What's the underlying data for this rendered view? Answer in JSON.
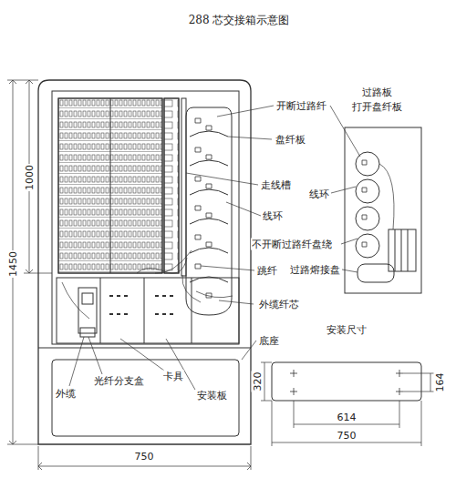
{
  "diagram": {
    "title": "288 芯交接箱示意图",
    "labels": [
      "开断过路纤",
      "盘纤板",
      "走线槽",
      "线环",
      "跳纤",
      "外缆纤芯",
      "底座",
      "过路板",
      "打开盘纤板",
      "线环",
      "不开断过路纤盘绕",
      "过路熔接盘",
      "安装尺寸",
      "外缆",
      "光纤分支盒",
      "卡具",
      "安装板",
      "1450",
      "1000",
      "750",
      "320",
      "164",
      "614",
      "750"
    ]
  }
}
